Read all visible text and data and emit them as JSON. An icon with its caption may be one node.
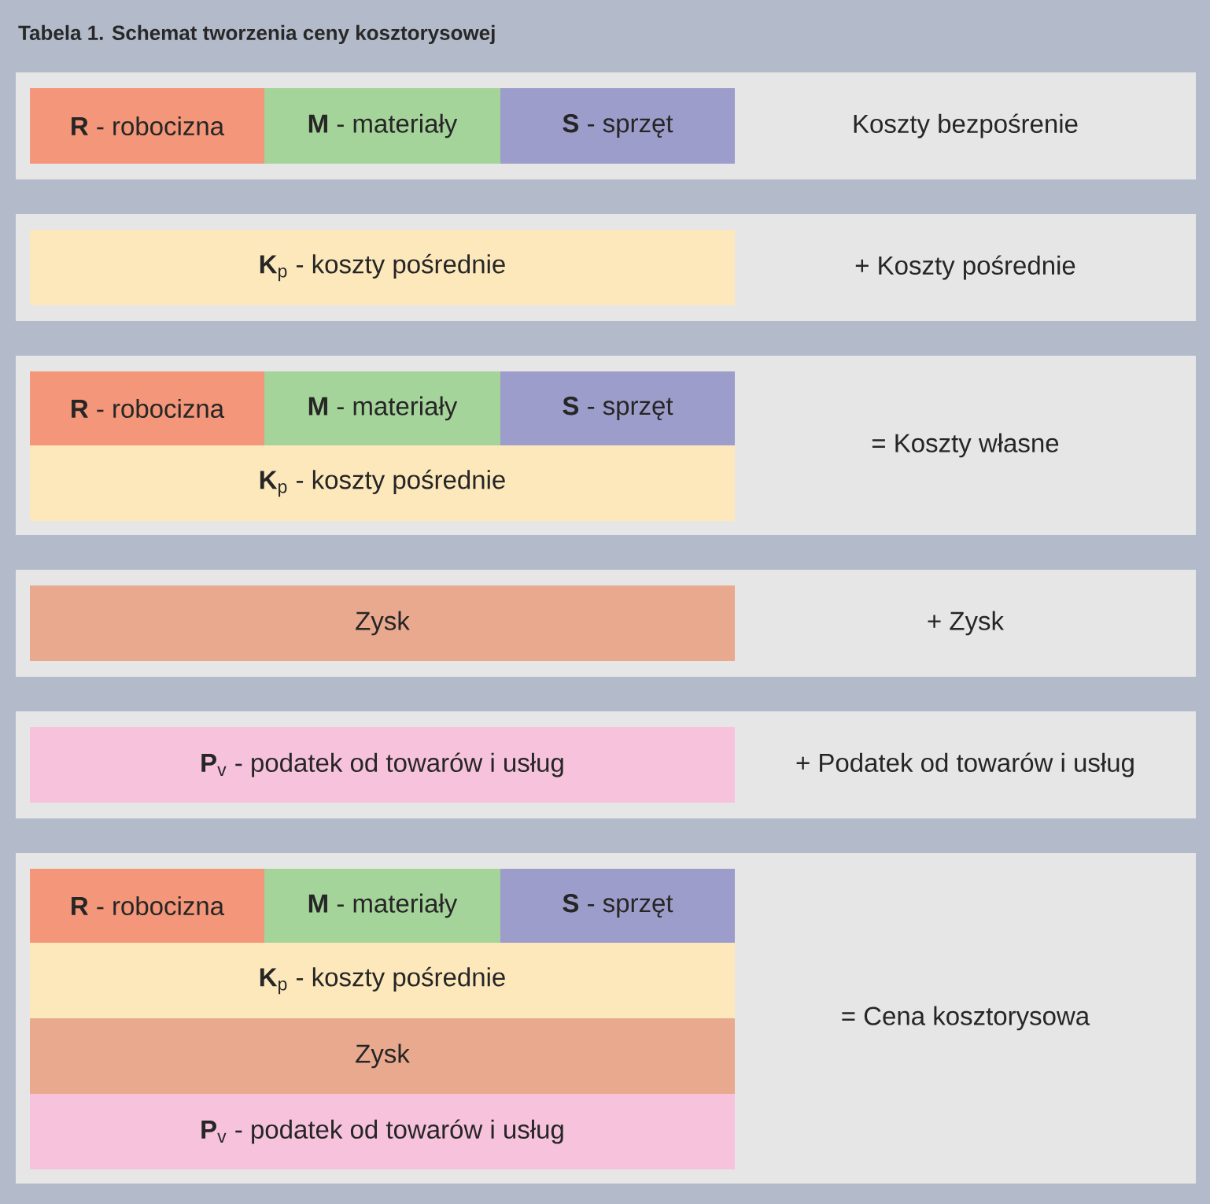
{
  "diagram": {
    "title": "Tabela 1. Schemat tworzenia ceny kosztorysowej",
    "nodes": [
      {
        "text": [
          "Koszty bezpośrenie"
        ]
      },
      {
        "text": [
          "**R** - robocizna"
        ],
        "in": 0
      },
      {
        "text": [
          "**M** - materiały"
        ],
        "in": 0
      },
      {
        "text": [
          "**S** - sprzęt"
        ],
        "in": 0
      },
      {
        "text": [
          "+ Koszty pośrednie"
        ]
      },
      {
        "text": [
          "**K**$_{p}$ - koszty pośrednie"
        ],
        "in": 4
      },
      {
        "text": [
          "= Koszty własne"
        ]
      },
      {
        "text": [
          "**R** - robocizna"
        ],
        "in": 6
      },
      {
        "text": [
          "**M** - materiały"
        ],
        "in": 6
      },
      {
        "text": [
          "**S** - sprzęt"
        ],
        "in": 6
      },
      {
        "text": [
          "**K**$_{p}$ - koszty pośrednie"
        ],
        "in": 6
      },
      {
        "text": [
          "+ Zysk"
        ]
      },
      {
        "text": [
          "Zysk"
        ],
        "in": 11
      },
      {
        "text": [
          "+ Podatek od towarów i usług"
        ]
      },
      {
        "text": [
          "**P**$_{v}$ - podatek od towarów i usług"
        ],
        "in": 13
      },
      {
        "text": [
          "= Cena kosztorysowa"
        ]
      },
      {
        "text": [
          "**R** - robocizna"
        ],
        "in": 15
      },
      {
        "text": [
          "**M** - materiały"
        ],
        "in": 15
      },
      {
        "text": [
          "**S** - sprzęt"
        ],
        "in": 15
      },
      {
        "text": [
          "**K**$_{p}$ - koszty pośrednie"
        ],
        "in": 15
      },
      {
        "text": [
          "Zysk"
        ],
        "in": 15
      },
      {
        "text": [
          "**P**$_{v}$ - podatek od towarów i usług"
        ],
        "in": 15
      }
    ]
  }
}
